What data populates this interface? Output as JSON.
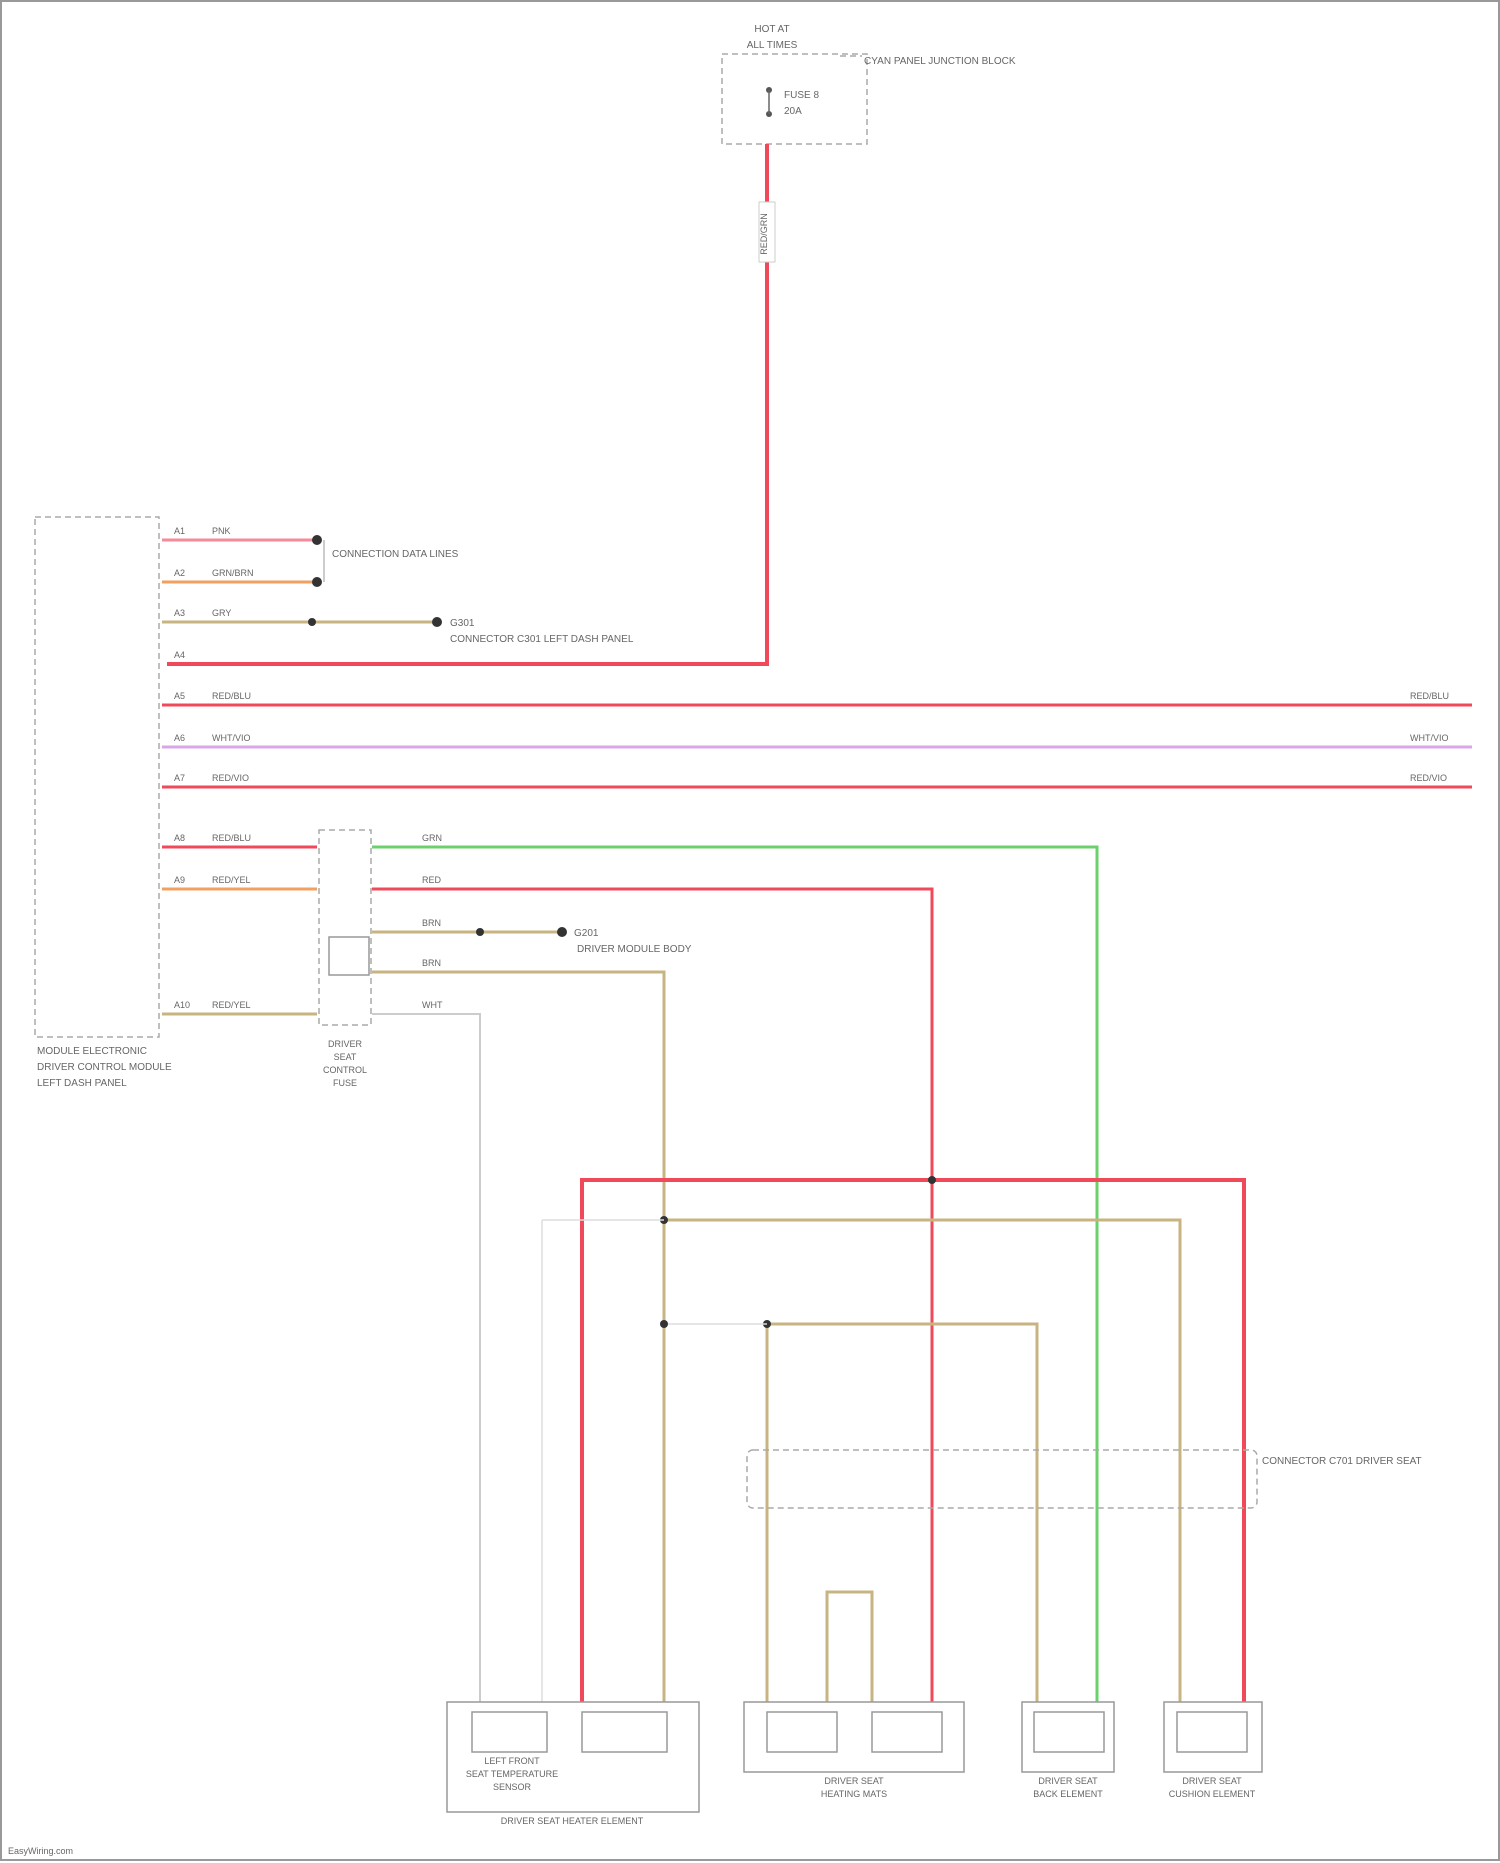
{
  "diagram": {
    "top_fuse": {
      "line1": "HOT AT",
      "line2": "ALL TIMES",
      "fuse": "FUSE 8",
      "amps": "20A",
      "panel": "CYAN PANEL JUNCTION BLOCK"
    },
    "module": {
      "name_line1": "MODULE ELECTRONIC",
      "name_line2": "DRIVER CONTROL MODULE",
      "name_line3": "LEFT DASH PANEL"
    },
    "wires": [
      {
        "pin": "A1",
        "color_code": "PNK"
      },
      {
        "pin": "A2",
        "color_code": "GRN/BRN"
      },
      {
        "pin": "A3",
        "color_code": "GRY"
      },
      {
        "pin": "A4",
        "color_code": "RED/GRN"
      },
      {
        "pin": "A5",
        "color_code": "RED/BLU"
      },
      {
        "pin": "A6",
        "color_code": "WHT/VIO"
      },
      {
        "pin": "A7",
        "color_code": "RED/VIO"
      },
      {
        "pin": "A8",
        "color_code": "RED/BLU"
      },
      {
        "pin": "A9",
        "color_code": "RED/YEL"
      },
      {
        "pin": "A10",
        "color_code": "RED/YEL"
      }
    ],
    "labels": {
      "connections_data_lines": "CONNECTION DATA LINES",
      "ground_c301": "G301",
      "ground_label": "CONNECTOR C301 LEFT DASH PANEL",
      "right_out_1": "RED/BLU",
      "right_out_2": "WHT/VIO",
      "right_out_3": "RED/VIO",
      "seat_fuse_block_1": "DRIVER",
      "seat_fuse_block_2": "SEAT",
      "seat_fuse_block_3": "CONTROL",
      "seat_fuse_block_4": "FUSE",
      "grn_wire": "GRN",
      "red_wire": "RED",
      "brn_wire": "BRN",
      "brn2_wire": "BRN",
      "wht_wire": "WHT",
      "ground_g201": "G201",
      "ground_g201_desc": "DRIVER MODULE BODY",
      "connector_label": "CONNECTOR C701 DRIVER SEAT",
      "comp1_line1": "LEFT FRONT",
      "comp1_line2": "SEAT TEMPERATURE",
      "comp1_line3": "SENSOR",
      "comp1_group": "DRIVER SEAT HEATER ELEMENT",
      "comp2_line1": "DRIVER SEAT",
      "comp2_line2": "HEATING MATS",
      "comp3_line1": "DRIVER SEAT",
      "comp3_line2": "BACK ELEMENT",
      "comp4_line1": "DRIVER SEAT",
      "comp4_line2": "CUSHION ELEMENT",
      "footer": "EasyWiring.com"
    },
    "colors": {
      "red": "#f04a5a",
      "pink": "#f58a9a",
      "green": "#6cd16c",
      "tan": "#c8b482",
      "orange": "#f0a060",
      "violet": "#d9a6e8",
      "grey": "#bbbbbb"
    }
  }
}
